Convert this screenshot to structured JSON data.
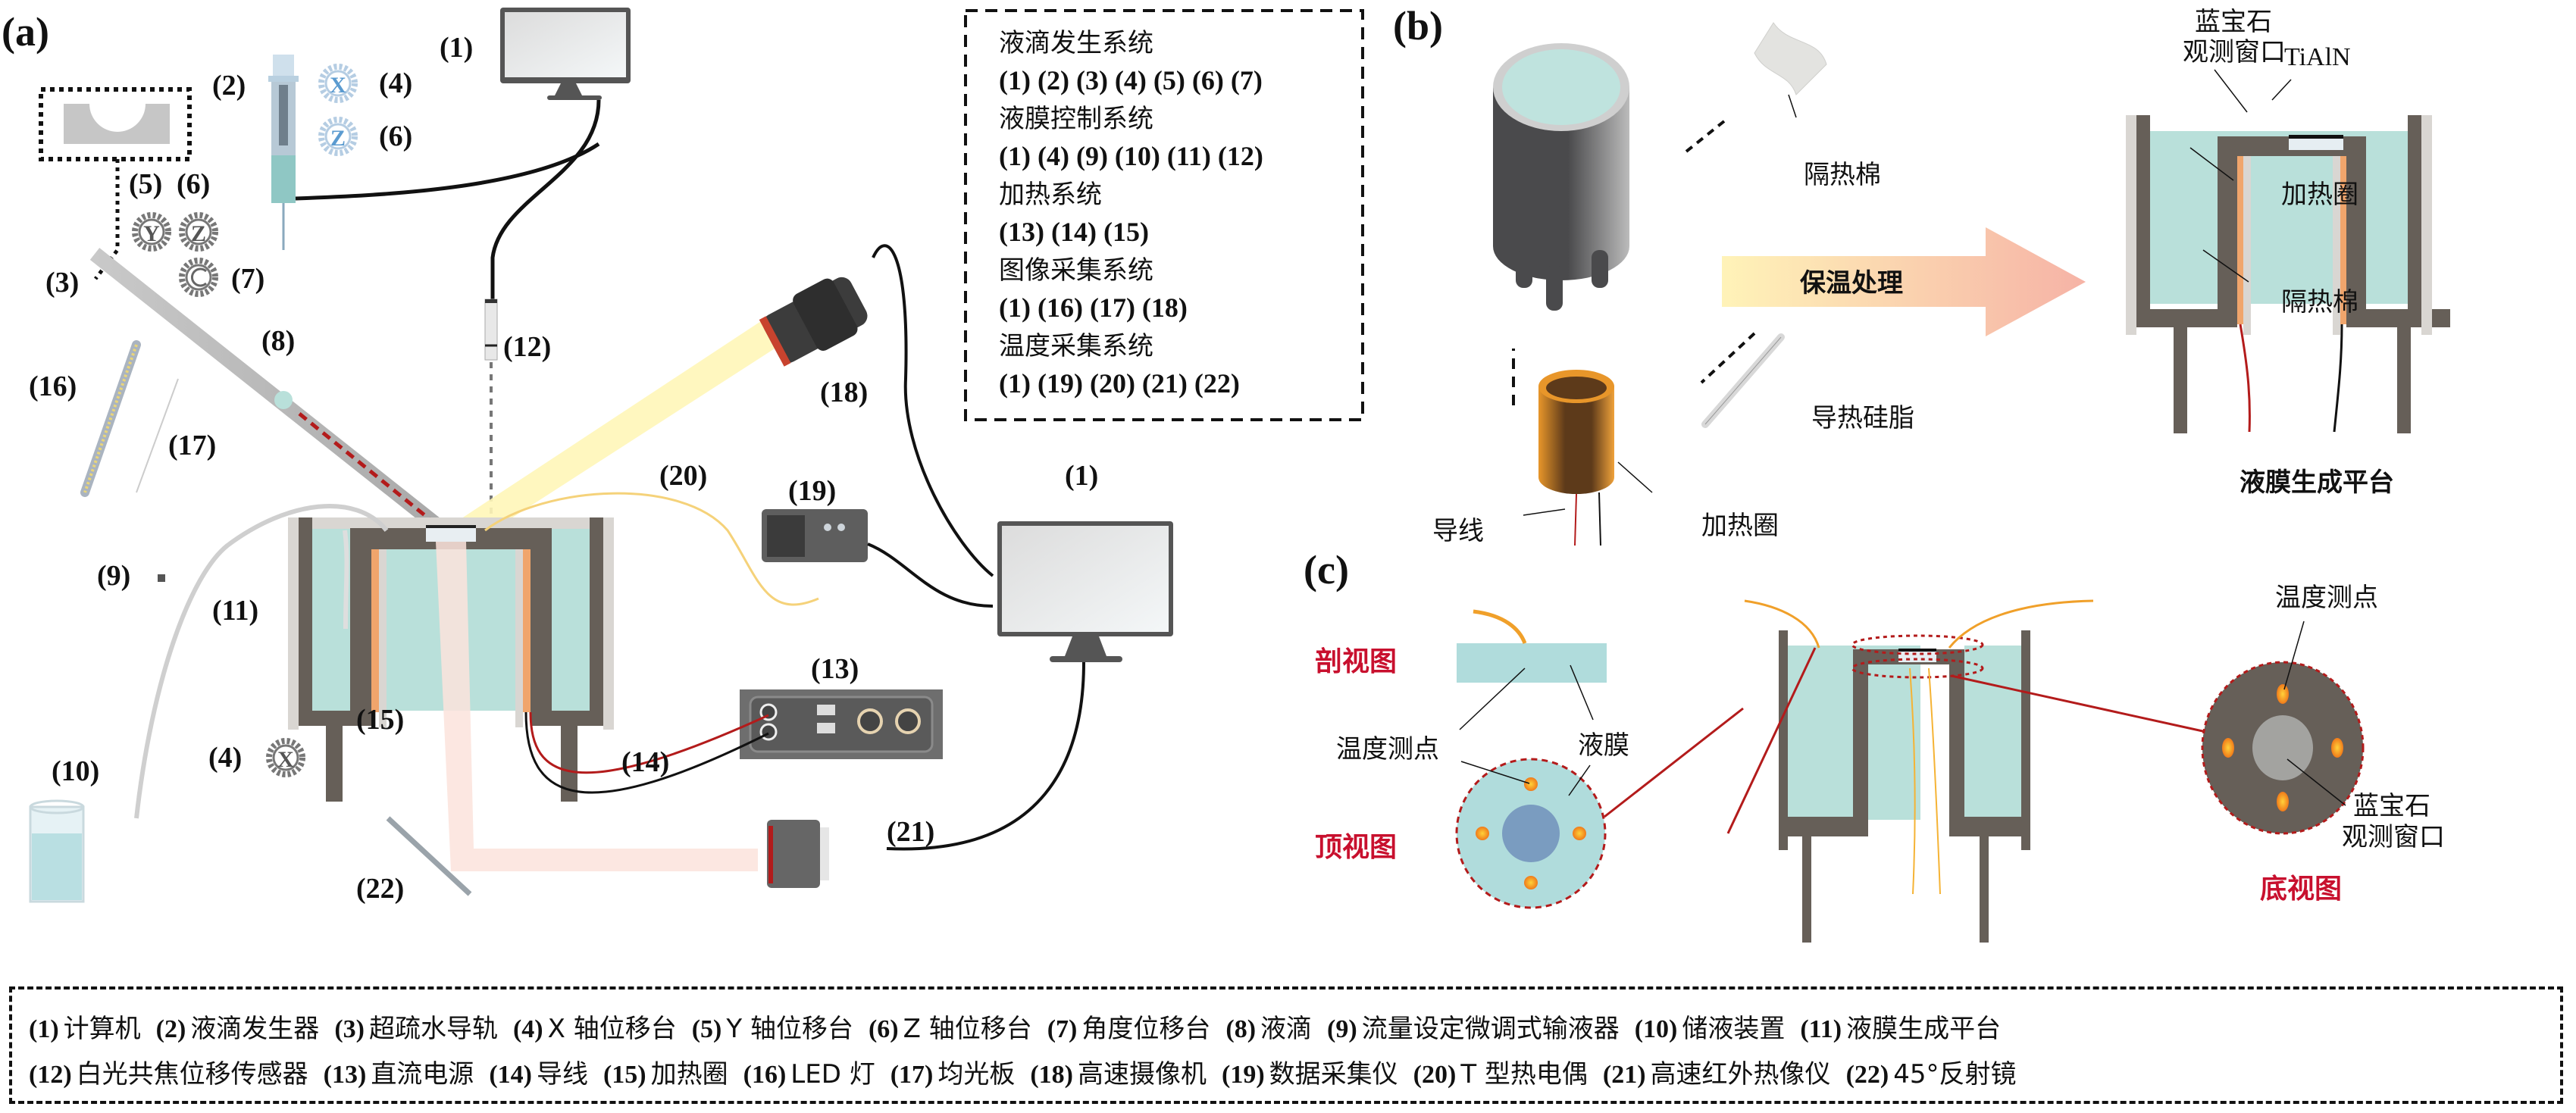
{
  "panels": {
    "a": "(a)",
    "b": "(b)",
    "c": "(c)"
  },
  "colors": {
    "liquid": "#b9e0da",
    "wall": "#665f58",
    "insulation": "#d9d6d2",
    "heater": "#f0a56c",
    "accent_red": "#c8102e",
    "beam_yellow": "#fff6b8",
    "beam_ir": "#fbe3dc",
    "thermocouple": "#f5b335"
  },
  "panel_a": {
    "labels": {
      "computer_top": "(1)",
      "computer_right": "(1)",
      "droplet_gen": "(2)",
      "x_stage_top": "(4)",
      "z_stage_top": "(6)",
      "y_stage": "(5)",
      "z_stage_mid": "(6)",
      "angle_stage": "(7)",
      "rail": "(3)",
      "droplet": "(8)",
      "pump": "(9)",
      "reservoir": "(10)",
      "platform": "(11)",
      "sensor": "(12)",
      "power": "(13)",
      "wires": "(14)",
      "heater": "(15)",
      "led": "(16)",
      "diffuser": "(17)",
      "camera": "(18)",
      "daq": "(19)",
      "thermocouple": "(20)",
      "ir_camera": "(21)",
      "mirror": "(22)",
      "x_stage_bottom": "(4)"
    },
    "gear_letters": {
      "x": "X",
      "z": "Z",
      "y": "Y"
    },
    "systems": [
      {
        "title": "液滴发生系统",
        "items": "(1) (2) (3) (4) (5) (6) (7)"
      },
      {
        "title": "液膜控制系统",
        "items": "(1) (4) (9) (10) (11) (12)"
      },
      {
        "title": "加热系统",
        "items": "(13) (14) (15)"
      },
      {
        "title": "图像采集系统",
        "items": "(1) (16) (17) (18)"
      },
      {
        "title": "温度采集系统",
        "items": "(1) (19) (20) (21) (22)"
      }
    ]
  },
  "panel_b": {
    "insulation_cotton": "隔热棉",
    "thermal_grease": "导热硅脂",
    "wire": "导线",
    "heating_ring": "加热圈",
    "arrow_label": "保温处理",
    "sapphire_window_1": "蓝宝石",
    "sapphire_window_2": "观测窗口",
    "coating": "TiAlN",
    "heating_ring_2": "加热圈",
    "insulation_2": "隔热棉",
    "platform_title": "液膜生成平台"
  },
  "panel_c": {
    "section_view": "剖视图",
    "top_view": "顶视图",
    "bottom_view": "底视图",
    "temp_point": "温度测点",
    "liquid_film": "液膜",
    "temp_point_2": "温度测点",
    "sapphire_1": "蓝宝石",
    "sapphire_2": "观测窗口"
  },
  "legend": {
    "row1": [
      {
        "num": "(1)",
        "text": "计算机"
      },
      {
        "num": "(2)",
        "text": "液滴发生器"
      },
      {
        "num": "(3)",
        "text": "超疏水导轨"
      },
      {
        "num": "(4)",
        "text": "X 轴位移台"
      },
      {
        "num": "(5)",
        "text": "Y 轴位移台"
      },
      {
        "num": "(6)",
        "text": "Z 轴位移台"
      },
      {
        "num": "(7)",
        "text": "角度位移台"
      },
      {
        "num": "(8)",
        "text": "液滴"
      },
      {
        "num": "(9)",
        "text": "流量设定微调式输液器"
      },
      {
        "num": "(10)",
        "text": "储液装置"
      },
      {
        "num": "(11)",
        "text": "液膜生成平台"
      }
    ],
    "row2": [
      {
        "num": "(12)",
        "text": "白光共焦位移传感器"
      },
      {
        "num": "(13)",
        "text": "直流电源"
      },
      {
        "num": "(14)",
        "text": "导线"
      },
      {
        "num": "(15)",
        "text": "加热圈"
      },
      {
        "num": "(16)",
        "text": "LED 灯"
      },
      {
        "num": "(17)",
        "text": "均光板"
      },
      {
        "num": "(18)",
        "text": "高速摄像机"
      },
      {
        "num": "(19)",
        "text": "数据采集仪"
      },
      {
        "num": "(20)",
        "text": "T 型热电偶"
      },
      {
        "num": "(21)",
        "text": "高速红外热像仪"
      },
      {
        "num": "(22)",
        "text": "45°反射镜"
      }
    ]
  }
}
